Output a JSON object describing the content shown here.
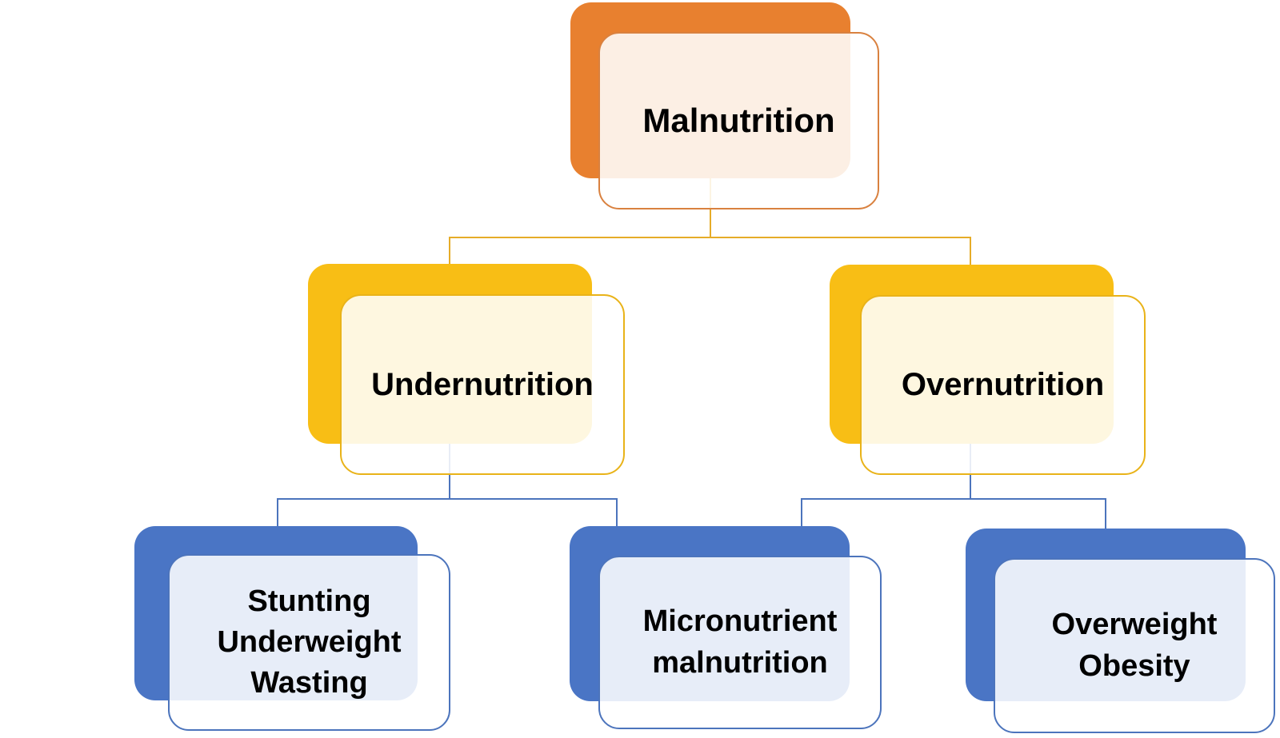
{
  "diagram": {
    "kind": "hierarchy-org-chart",
    "background": "#FFFFFF"
  },
  "nodes": {
    "root": {
      "label": "Malnutrition",
      "accent": "#E8802F",
      "border": "#D9813F",
      "tint": "#FBEEE5"
    },
    "children": [
      {
        "label": "Undernutrition",
        "accent": "#F8BE15",
        "border": "#E9B319",
        "tint": "#FCF4DD"
      },
      {
        "label": "Overnutrition",
        "accent": "#F8BE15",
        "border": "#E9B319",
        "tint": "#FCF4DD"
      }
    ],
    "leaves": [
      {
        "lines": [
          "Stunting",
          "Underweight",
          "Wasting"
        ],
        "accent": "#4A75C5",
        "border": "#4C74BC",
        "tint": "#E9EDF8"
      },
      {
        "lines": [
          "Micronutrient",
          "malnutrition"
        ],
        "accent": "#4A75C5",
        "border": "#4C74BC",
        "tint": "#E9EDF8"
      },
      {
        "lines": [
          "Overweight",
          "Obesity"
        ],
        "accent": "#4A75C5",
        "border": "#4C74BC",
        "tint": "#E9EDF8"
      }
    ]
  },
  "edges": [
    {
      "from": "malnutrition",
      "to": "undernutrition",
      "color": "#E6AC28"
    },
    {
      "from": "malnutrition",
      "to": "overnutrition",
      "color": "#E6AC28"
    },
    {
      "from": "undernutrition",
      "to": "stunting-underweight-wasting",
      "color": "#4C74BC"
    },
    {
      "from": "undernutrition",
      "to": "micronutrient-malnutrition",
      "color": "#4C74BC"
    },
    {
      "from": "overnutrition",
      "to": "micronutrient-malnutrition",
      "color": "#4C74BC"
    },
    {
      "from": "overnutrition",
      "to": "overweight-obesity",
      "color": "#4C74BC"
    }
  ],
  "colors": {
    "connector_gold": "#E6AC28",
    "connector_blue": "#4C74BC",
    "text": "#000000",
    "background": "#FFFFFF"
  }
}
